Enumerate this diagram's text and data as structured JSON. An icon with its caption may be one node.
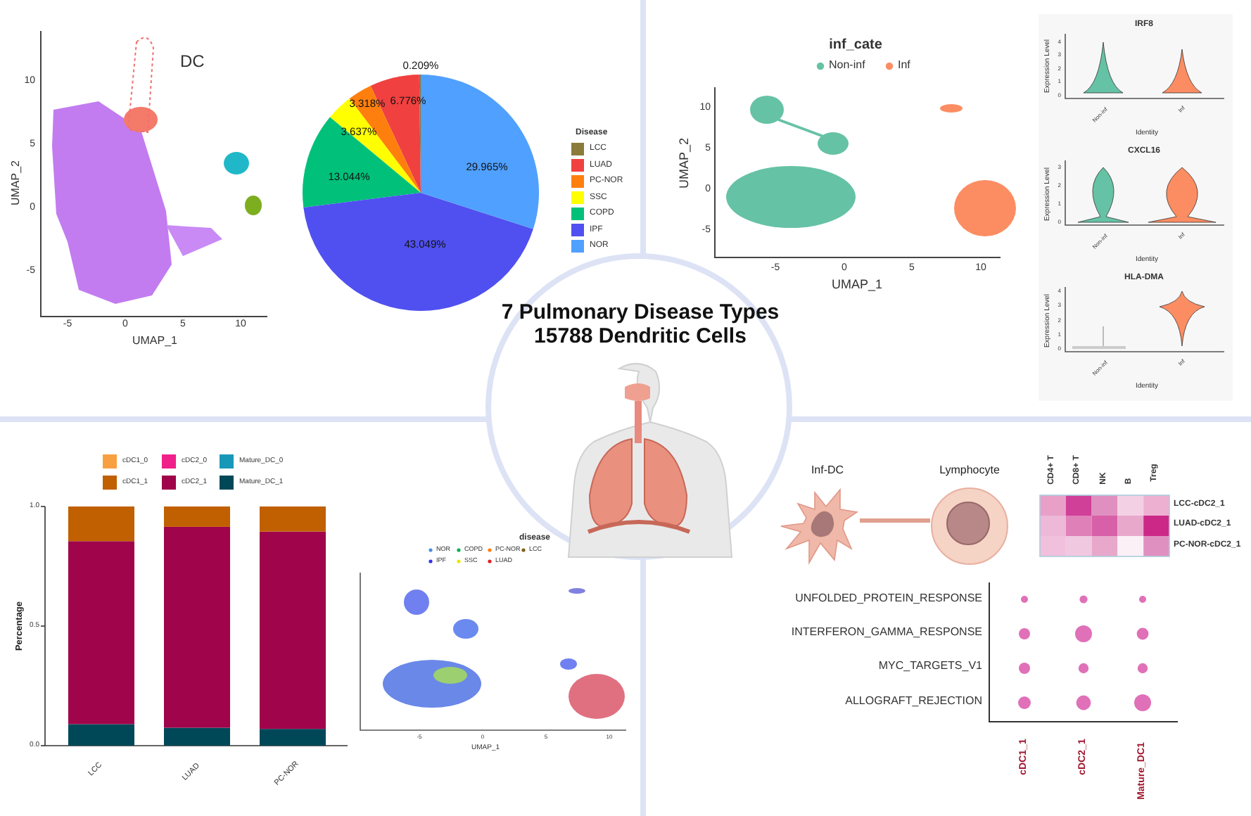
{
  "diagram": {
    "title": "7 Pulmonary Disease Types 15788 Dendritic Cells",
    "nodes": [
      {
        "text": [
          "Inf-DC"
        ]
      },
      {
        "text": [
          "Lymphocyte"
        ]
      }
    ],
    "edges": [
      {
        "from": 0,
        "to": 1,
        "arrow": "none"
      }
    ],
    "labels": [
      "DC",
      "10",
      "5",
      "0",
      "-5",
      "-5",
      "0",
      "5",
      "10",
      "UMAP_1",
      "UMAP_2",
      "Disease",
      "inf_cate",
      "10",
      "5",
      "0",
      "-5",
      "-5",
      "0",
      "5",
      "10",
      "UMAP_1",
      "UMAP_2",
      "IRF8",
      "Expression Level",
      "4",
      "3",
      "2",
      "1",
      "0",
      "Non-inf",
      "Inf",
      "Identity",
      "CXCL16",
      "Expression Level",
      "3",
      "2",
      "1",
      "0",
      "Non-inf",
      "Inf",
      "Identity",
      "HLA-DMA",
      "Expression Level",
      "4",
      "3",
      "2",
      "1",
      "0",
      "Non-inf",
      "Inf",
      "Identity",
      "disease",
      "-5",
      "0",
      "5",
      "10",
      "UMAP_1",
      "CD4+ T",
      "CD8+ T",
      "NK",
      "B",
      "Treg",
      "LCC-cDC2_1",
      "LUAD-cDC2_1",
      "PC-NOR-cDC2_1",
      "UNFOLDED_PROTEIN_RESPONSE",
      "INTERFERON_GAMMA_RESPONSE",
      "MYC_TARGETS_V1",
      "ALLOGRAFT_REJECTION",
      "cDC1_1",
      "cDC2_1",
      "Mature_DC1"
    ],
    "legend": [
      {
        "text": "Non-inf",
        "color": "#66c2a5"
      },
      {
        "text": "Inf",
        "color": "#fc8d62"
      },
      {
        "text": "NOR",
        "color": "#4a90e2"
      },
      {
        "text": "COPD",
        "color": "#00b050"
      },
      {
        "text": "PC-NOR",
        "color": "#ff7f0e"
      },
      {
        "text": "LCC",
        "color": "#806020"
      },
      {
        "text": "IPF",
        "color": "#3030f0"
      },
      {
        "text": "SSC",
        "color": "#e8e800"
      },
      {
        "text": "LUAD",
        "color": "#e02020"
      }
    ],
    "chart_data": [
      {
        "type": "pie",
        "categories": [
          "LCC",
          "LUAD",
          "PC-NOR",
          "SSC",
          "COPD",
          "IPF",
          "NOR"
        ],
        "values": [
          0.209,
          6.776,
          3.318,
          3.637,
          13.044,
          43.049,
          29.965
        ],
        "colors": [
          "#8b7a3a",
          "#f04040",
          "#ff7f0e",
          "#ffff00",
          "#00c07a",
          "#5050f0",
          "#50a0ff"
        ],
        "legend": "right",
        "value_labels": [
          "0.209%",
          "6.776%",
          "3.318%",
          "3.637%",
          "13.044%",
          "43.049%",
          "29.965%"
        ]
      },
      {
        "type": "bar",
        "stacked": true,
        "legend": "top",
        "ylabel": "Percentage",
        "categories": [
          "LCC",
          "LUAD",
          "PC-NOR"
        ],
        "ylim": [
          0,
          1
        ],
        "yticks": [
          {
            "value": 0,
            "label": "0.0"
          },
          {
            "value": 0.5,
            "label": "0.5"
          },
          {
            "value": 1,
            "label": "1.0"
          }
        ],
        "series": [
          {
            "name": "cDC1_0",
            "color": "#f8a040",
            "values": [
              0,
              0,
              0
            ]
          },
          {
            "name": "cDC2_0",
            "color": "#f0208a",
            "values": [
              0,
              0,
              0
            ]
          },
          {
            "name": "Mature_DC_0",
            "color": "#1898b8",
            "values": [
              0,
              0,
              0
            ]
          },
          {
            "name": "cDC1_1",
            "color": "#c06000",
            "values": [
              0.145,
              0.085,
              0.105
            ]
          },
          {
            "name": "cDC2_1",
            "color": "#a0044a",
            "values": [
              0.765,
              0.84,
              0.825
            ]
          },
          {
            "name": "Mature_DC_1",
            "color": "#004858",
            "values": [
              0.09,
              0.075,
              0.07
            ]
          }
        ]
      }
    ]
  }
}
